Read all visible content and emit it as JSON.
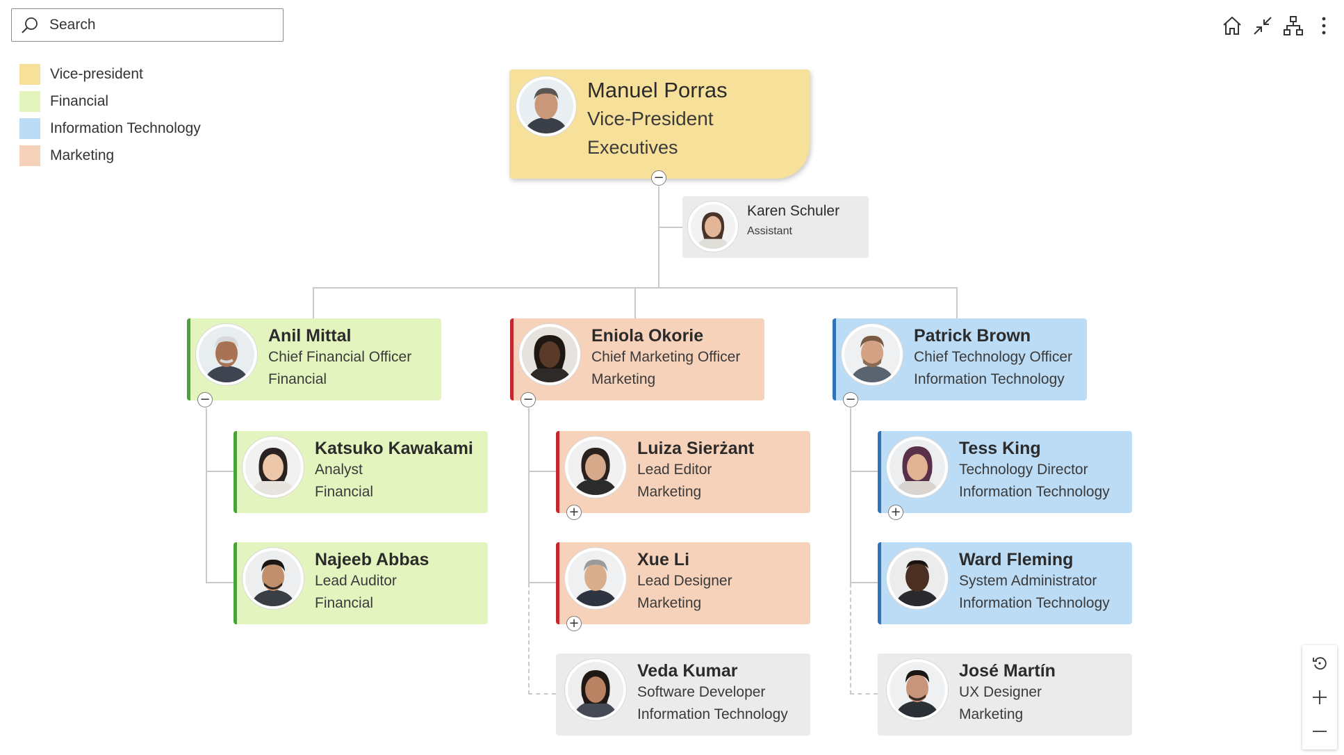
{
  "search": {
    "placeholder": "Search"
  },
  "legend": [
    {
      "label": "Vice-president",
      "color": "#f7e09a"
    },
    {
      "label": "Financial",
      "color": "#e3f4bf"
    },
    {
      "label": "Information Technology",
      "color": "#bcdcf6"
    },
    {
      "label": "Marketing",
      "color": "#f7d2bb"
    }
  ],
  "toolbar": {
    "icons": [
      "home-icon",
      "collapse-icon",
      "org-chart-icon",
      "more-icon"
    ]
  },
  "people": {
    "root": {
      "name": "Manuel Porras",
      "title": "Vice-President",
      "dept": "Executives"
    },
    "assistant": {
      "name": "Karen Schuler",
      "title": "Assistant"
    },
    "anil": {
      "name": "Anil Mittal",
      "title": "Chief Financial Officer",
      "dept": "Financial"
    },
    "eniola": {
      "name": "Eniola Okorie",
      "title": "Chief Marketing Officer",
      "dept": "Marketing"
    },
    "patrick": {
      "name": "Patrick Brown",
      "title": "Chief Technology Officer",
      "dept": "Information Technology"
    },
    "katsuko": {
      "name": "Katsuko Kawakami",
      "title": "Analyst",
      "dept": "Financial"
    },
    "najeeb": {
      "name": "Najeeb Abbas",
      "title": "Lead Auditor",
      "dept": "Financial"
    },
    "luiza": {
      "name": "Luiza Sierżant",
      "title": "Lead Editor",
      "dept": "Marketing"
    },
    "xue": {
      "name": "Xue Li",
      "title": "Lead Designer",
      "dept": "Marketing"
    },
    "veda": {
      "name": "Veda Kumar",
      "title": "Software Developer",
      "dept": "Information Technology"
    },
    "tess": {
      "name": "Tess King",
      "title": "Technology Director",
      "dept": "Information Technology"
    },
    "ward": {
      "name": "Ward Fleming",
      "title": "System Administrator",
      "dept": "Information Technology"
    },
    "jose": {
      "name": "José Martín",
      "title": "UX Designer",
      "dept": "Marketing"
    }
  },
  "toggles": {
    "expanded": "−",
    "collapsed": "+"
  },
  "zoom": {
    "icons": [
      "reset-icon",
      "zoom-in-icon",
      "zoom-out-icon"
    ]
  },
  "colors": {
    "vp": "#f7e09a",
    "financial": "#e3f4bf",
    "it": "#bcdcf6",
    "marketing": "#f7d2bb",
    "neutral": "#ebebeb",
    "financial_accent": "#4aa33a",
    "marketing_accent": "#c1272d",
    "it_accent": "#2f73b8"
  }
}
